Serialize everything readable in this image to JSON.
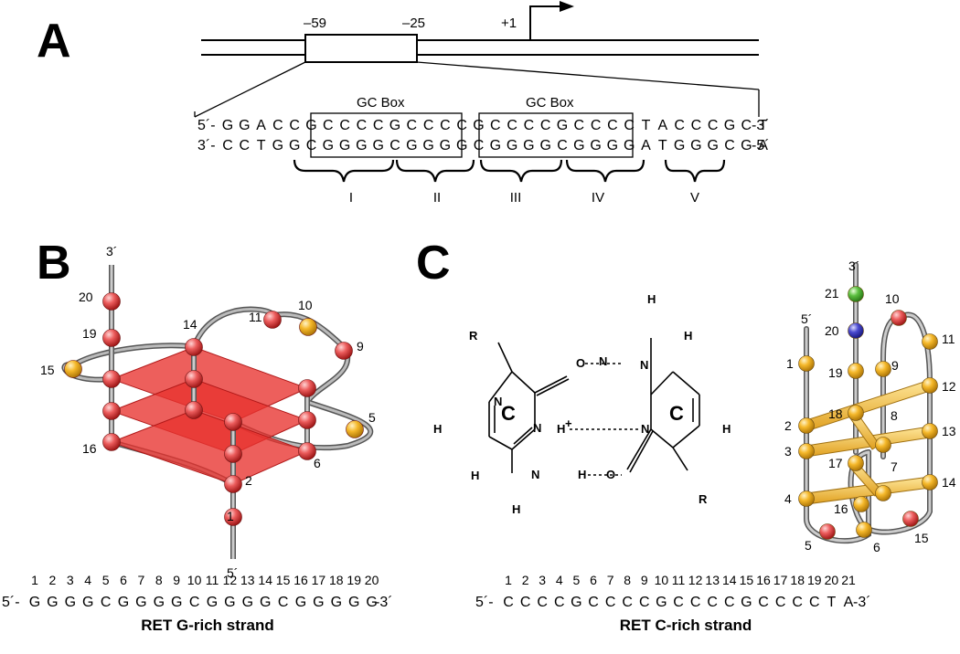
{
  "panels": {
    "a": "A",
    "b": "B",
    "c": "C"
  },
  "promoter": {
    "pos_left": "–59",
    "pos_right": "–25",
    "tss": "+1",
    "gc_box_1": "GC Box",
    "gc_box_2": "GC Box",
    "top_5": "5´-",
    "top_seq": [
      "G",
      "G",
      "A",
      "C",
      "C",
      "G",
      "C",
      "C",
      "C",
      "C",
      "G",
      "C",
      "C",
      "C",
      "C",
      "G",
      "C",
      "C",
      "C",
      "C",
      "G",
      "C",
      "C",
      "C",
      "C",
      "T",
      "A",
      "C",
      "C",
      "C",
      "G",
      "C",
      "T"
    ],
    "top_3": "-3´",
    "bottom_3": "3´-",
    "bottom_seq": [
      "C",
      "C",
      "T",
      "G",
      "G",
      "C",
      "G",
      "G",
      "G",
      "G",
      "C",
      "G",
      "G",
      "G",
      "G",
      "C",
      "G",
      "G",
      "G",
      "G",
      "C",
      "G",
      "G",
      "G",
      "G",
      "A",
      "T",
      "G",
      "G",
      "G",
      "C",
      "G",
      "A"
    ],
    "bottom_5": "-5´",
    "tracts": [
      "I",
      "II",
      "III",
      "IV",
      "V"
    ]
  },
  "g_quadruplex": {
    "end_3": "3´",
    "end_5": "5´",
    "labels": [
      "1",
      "2",
      "5",
      "6",
      "9",
      "10",
      "11",
      "14",
      "15",
      "16",
      "19",
      "20"
    ],
    "numbers_row": [
      "1",
      "2",
      "3",
      "4",
      "5",
      "6",
      "7",
      "8",
      "9",
      "10",
      "11",
      "12",
      "13",
      "14",
      "15",
      "16",
      "17",
      "18",
      "19",
      "20"
    ],
    "strand_5": "5´-",
    "strand_seq": [
      "G",
      "G",
      "G",
      "G",
      "C",
      "G",
      "G",
      "G",
      "G",
      "C",
      "G",
      "G",
      "G",
      "G",
      "C",
      "G",
      "G",
      "G",
      "G",
      "G"
    ],
    "strand_3": "-3´",
    "caption": "RET G-rich strand"
  },
  "base_pair": {
    "ring_left": "C",
    "ring_right": "C",
    "atoms": [
      "R",
      "O",
      "H",
      "H",
      "N",
      "N",
      "H",
      "H",
      "N",
      "N",
      "H",
      "O",
      "N",
      "H",
      "N",
      "H",
      "R",
      "H",
      "+"
    ]
  },
  "i_motif": {
    "end_3": "3´",
    "end_5": "5´",
    "labels": [
      "1",
      "2",
      "3",
      "4",
      "5",
      "6",
      "7",
      "8",
      "9",
      "10",
      "11",
      "12",
      "13",
      "14",
      "15",
      "16",
      "17",
      "18",
      "19",
      "20",
      "21"
    ],
    "numbers_row": [
      "1",
      "2",
      "3",
      "4",
      "5",
      "6",
      "7",
      "8",
      "9",
      "10",
      "11",
      "12",
      "13",
      "14",
      "15",
      "16",
      "17",
      "18",
      "19",
      "20",
      "21"
    ],
    "strand_5": "5´-",
    "strand_seq": [
      "C",
      "C",
      "C",
      "C",
      "G",
      "C",
      "C",
      "C",
      "C",
      "G",
      "C",
      "C",
      "C",
      "C",
      "G",
      "C",
      "C",
      "C",
      "C",
      "T",
      "A"
    ],
    "strand_3": "-3´",
    "caption": "RET C-rich strand"
  },
  "colors": {
    "tetrad": "#e8322e",
    "red_sphere": "#e85a5a",
    "yellow_sphere": "#f4b422",
    "green_sphere": "#62c44a",
    "blue_sphere": "#4a4ac8",
    "backbone": "#777777",
    "hemi_bar": "#f4c24a"
  }
}
